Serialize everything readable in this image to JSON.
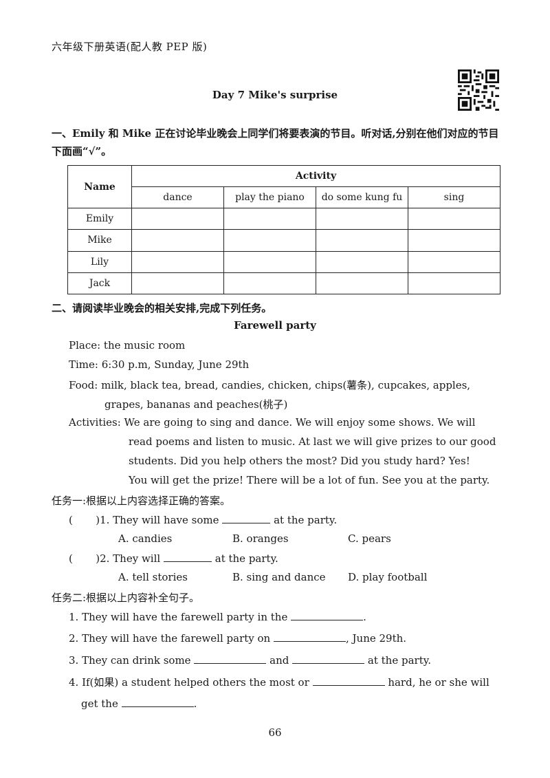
{
  "header": "六年级下册英语(配人教 PEP 版)",
  "title": "Day 7    Mike's surprise",
  "section1": {
    "instruction": "一、Emily 和 Mike 正在讨论毕业晚会上同学们将要表演的节目。听对话,分别在他们对应的节目下面画“√”。",
    "table": {
      "name_header": "Name",
      "activity_header": "Activity",
      "activities": [
        "dance",
        "play the piano",
        "do some kung fu",
        "sing"
      ],
      "names": [
        "Emily",
        "Mike",
        "Lily",
        "Jack"
      ]
    }
  },
  "section2": {
    "instruction": "二、请阅读毕业晚会的相关安排,完成下列任务。",
    "party_title": "Farewell party",
    "place": "Place: the music room",
    "time": "Time: 6:30 p.m, Sunday, June 29th",
    "food1": "Food: milk, black tea, bread, candies, chicken, chips(薯条), cupcakes, apples,",
    "food2": "grapes, bananas and peaches(桃子)",
    "act1": "Activities: We are going to sing and dance. We will enjoy some shows. We will",
    "act2": "read poems and listen to music. At last we will give prizes to our good",
    "act3": "students. Did you help others the most? Did you study hard? Yes!",
    "act4": "You will get the prize! There will be a lot of fun. See you at the party.",
    "task1_title": "任务一:根据以上内容选择正确的答案。",
    "q1_pre": ")1. They will have some",
    "q1_post": "at the party.",
    "q1_options": [
      "A. candies",
      "B. oranges",
      "C. pears"
    ],
    "q2_pre": ")2. They will",
    "q2_post": "at the party.",
    "q2_options": [
      "A. tell stories",
      "B. sing and dance",
      "D. play football"
    ],
    "task2_title": "任务二:根据以上内容补全句子。",
    "s1_pre": "1. They will have the farewell party in the",
    "s1_post": ".",
    "s2_pre": "2. They will have the farewell party on",
    "s2_post": ", June 29th.",
    "s3_pre": "3. They can drink some",
    "s3_mid": "and",
    "s3_post": "at the party.",
    "s4_pre": "4. If(如果) a student helped others the most or",
    "s4_post": "hard, he or she will",
    "s4b_pre": "get the",
    "s4b_post": "."
  },
  "page_number": "66"
}
